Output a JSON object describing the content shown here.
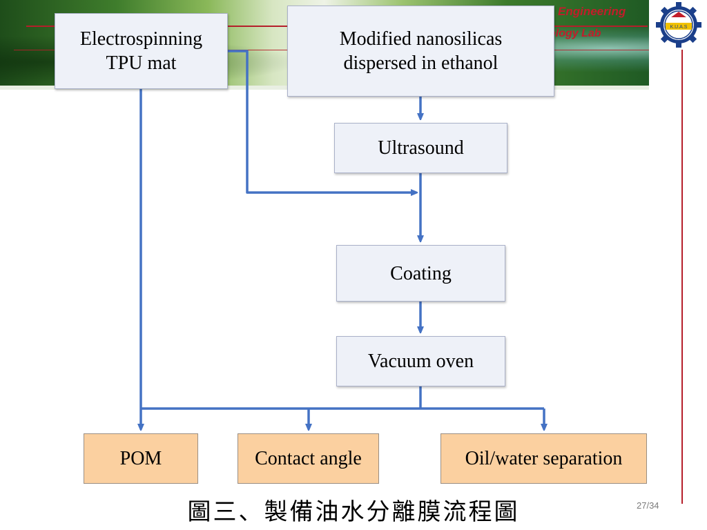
{
  "header": {
    "lab_line_1": "Engineering",
    "lab_line_2": "ology  Lab",
    "accent_color": "#b51e2a"
  },
  "logo": {
    "icon": "university-gear-emblem-icon",
    "text": "K.U.A.S"
  },
  "flowchart": {
    "nodes": {
      "tpu_mat": {
        "lines": [
          "Electrospinning",
          "TPU mat"
        ]
      },
      "nanosilicas": {
        "lines": [
          "Modified nanosilicas",
          "dispersed in ethanol"
        ]
      },
      "ultrasound": {
        "label": "Ultrasound"
      },
      "coating": {
        "label": "Coating"
      },
      "vacuum_oven": {
        "label": "Vacuum oven"
      },
      "pom": {
        "label": "POM"
      },
      "contact_angle": {
        "label": "Contact angle"
      },
      "oil_water": {
        "label": "Oil/water separation"
      }
    },
    "edges": [
      [
        "nanosilicas",
        "ultrasound"
      ],
      [
        "tpu_mat",
        "coating"
      ],
      [
        "ultrasound",
        "coating"
      ],
      [
        "coating",
        "vacuum_oven"
      ],
      [
        "tpu_mat",
        "pom"
      ],
      [
        "vacuum_oven",
        "pom"
      ],
      [
        "vacuum_oven",
        "contact_angle"
      ],
      [
        "vacuum_oven",
        "oil_water"
      ]
    ],
    "colors": {
      "arrow": "#4472c4",
      "process_fill": "#eef1f8",
      "result_fill": "#fbd0a0"
    }
  },
  "caption": "圖三、製備油水分離膜流程圖",
  "page_number": "27/34"
}
